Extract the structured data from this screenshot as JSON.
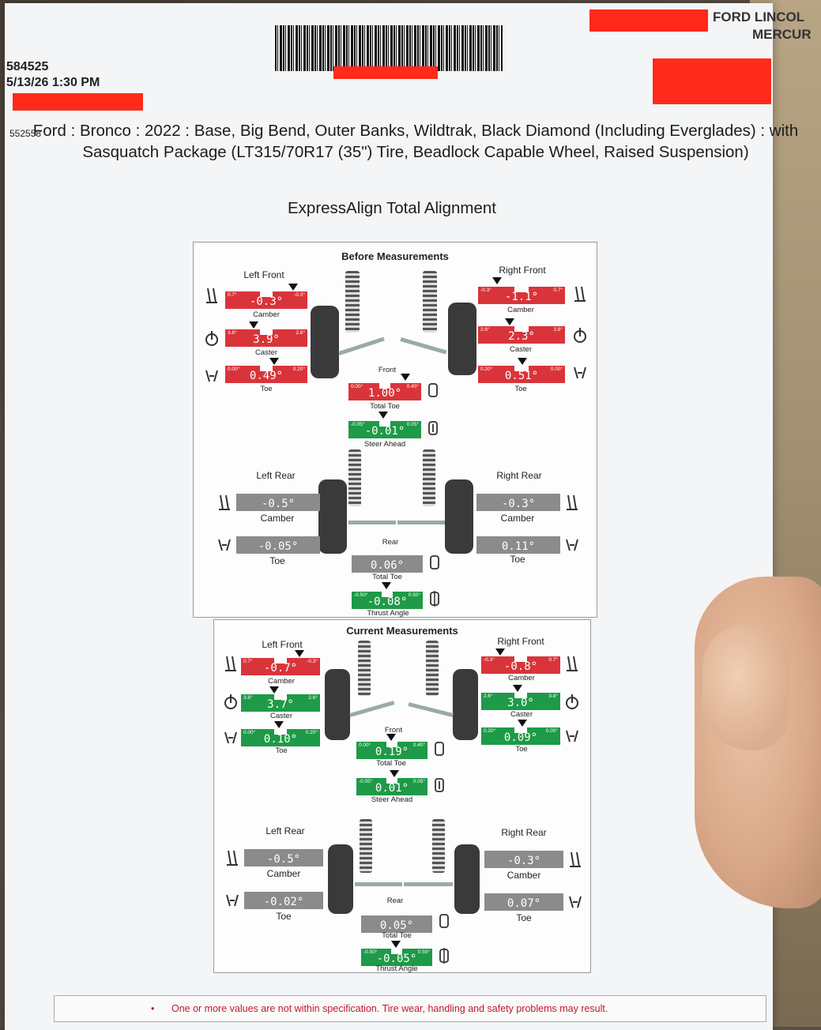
{
  "header": {
    "id1": "584525",
    "datetime": "5/13/26 1:30 PM",
    "id2": "552558",
    "dealer_line1": "FORD LINCOL",
    "dealer_line2": "MERCUR"
  },
  "title": "Ford : Bronco : 2022 : Base, Big Bend, Outer Banks, Wildtrak, Black Diamond (Including Everglades) : with Sasquatch Package (LT315/70R17 (35\") Tire, Beadlock Capable Wheel, Raised Suspension)",
  "subtitle": "ExpressAlign Total Alignment",
  "before": {
    "title": "Before Measurements",
    "lf": {
      "label": "Left Front",
      "camber": {
        "value": "-0.3°",
        "min": "0.7°",
        "max": "-0.3°",
        "label": "Camber"
      },
      "caster": {
        "value": "3.9°",
        "min": "3.8°",
        "max": "2.6°",
        "label": "Caster"
      },
      "toe": {
        "value": "0.49°",
        "min": "0.00°",
        "max": "0.20°",
        "label": "Toe"
      }
    },
    "rf": {
      "label": "Right Front",
      "camber": {
        "value": "-1.1°",
        "min": "-0.3°",
        "max": "0.7°",
        "label": "Camber"
      },
      "caster": {
        "value": "2.3°",
        "min": "2.6°",
        "max": "3.8°",
        "label": "Caster"
      },
      "toe": {
        "value": "0.51°",
        "min": "0.20°",
        "max": "0.00°",
        "label": "Toe"
      }
    },
    "front_label": "Front",
    "total_toe": {
      "value": "1.00°",
      "min": "0.00°",
      "max": "0.40°",
      "label": "Total Toe"
    },
    "steer": {
      "value": "-0.01°",
      "min": "-0.05°",
      "max": "0.05°",
      "label": "Steer Ahead"
    },
    "lr": {
      "label": "Left Rear",
      "camber": {
        "value": "-0.5°",
        "label": "Camber"
      },
      "toe": {
        "value": "-0.05°",
        "label": "Toe"
      }
    },
    "rr": {
      "label": "Right Rear",
      "camber": {
        "value": "-0.3°",
        "label": "Camber"
      },
      "toe": {
        "value": "0.11°",
        "label": "Toe"
      }
    },
    "rear_label": "Rear",
    "rear_total_toe": {
      "value": "0.06°",
      "label": "Total Toe"
    },
    "thrust": {
      "value": "-0.08°",
      "min": "-0.50°",
      "max": "0.50°",
      "label": "Thrust Angle"
    }
  },
  "current": {
    "title": "Current Measurements",
    "lf": {
      "label": "Left Front",
      "camber": {
        "value": "-0.7°",
        "min": "0.7°",
        "max": "-0.3°",
        "label": "Camber"
      },
      "caster": {
        "value": "3.7°",
        "min": "3.8°",
        "max": "2.6°",
        "label": "Caster"
      },
      "toe": {
        "value": "0.10°",
        "min": "0.00°",
        "max": "0.20°",
        "label": "Toe"
      }
    },
    "rf": {
      "label": "Right Front",
      "camber": {
        "value": "-0.8°",
        "min": "-0.3°",
        "max": "0.7°",
        "label": "Camber"
      },
      "caster": {
        "value": "3.0°",
        "min": "2.6°",
        "max": "3.8°",
        "label": "Caster"
      },
      "toe": {
        "value": "0.09°",
        "min": "0.20°",
        "max": "0.00°",
        "label": "Toe"
      }
    },
    "front_label": "Front",
    "total_toe": {
      "value": "0.19°",
      "min": "0.00°",
      "max": "0.40°",
      "label": "Total Toe"
    },
    "steer": {
      "value": "0.01°",
      "min": "-0.05°",
      "max": "0.05°",
      "label": "Steer Ahead"
    },
    "lr": {
      "label": "Left Rear",
      "camber": {
        "value": "-0.5°",
        "label": "Camber"
      },
      "toe": {
        "value": "-0.02°",
        "label": "Toe"
      }
    },
    "rr": {
      "label": "Right Rear",
      "camber": {
        "value": "-0.3°",
        "label": "Camber"
      },
      "toe": {
        "value": "0.07°",
        "label": "Toe"
      }
    },
    "rear_label": "Rear",
    "rear_total_toe": {
      "value": "0.05°",
      "label": "Total Toe"
    },
    "thrust": {
      "value": "-0.05°",
      "min": "-0.50°",
      "max": "0.50°",
      "label": "Thrust Angle"
    }
  },
  "footer": {
    "bullet": "•",
    "warning": "One or more values are not within specification.  Tire wear, handling and safety problems may result."
  },
  "colors": {
    "out_of_spec": "#d9343a",
    "in_spec": "#1e9a48",
    "no_spec": "#8b8b8b",
    "redaction": "#ff2a1a"
  }
}
